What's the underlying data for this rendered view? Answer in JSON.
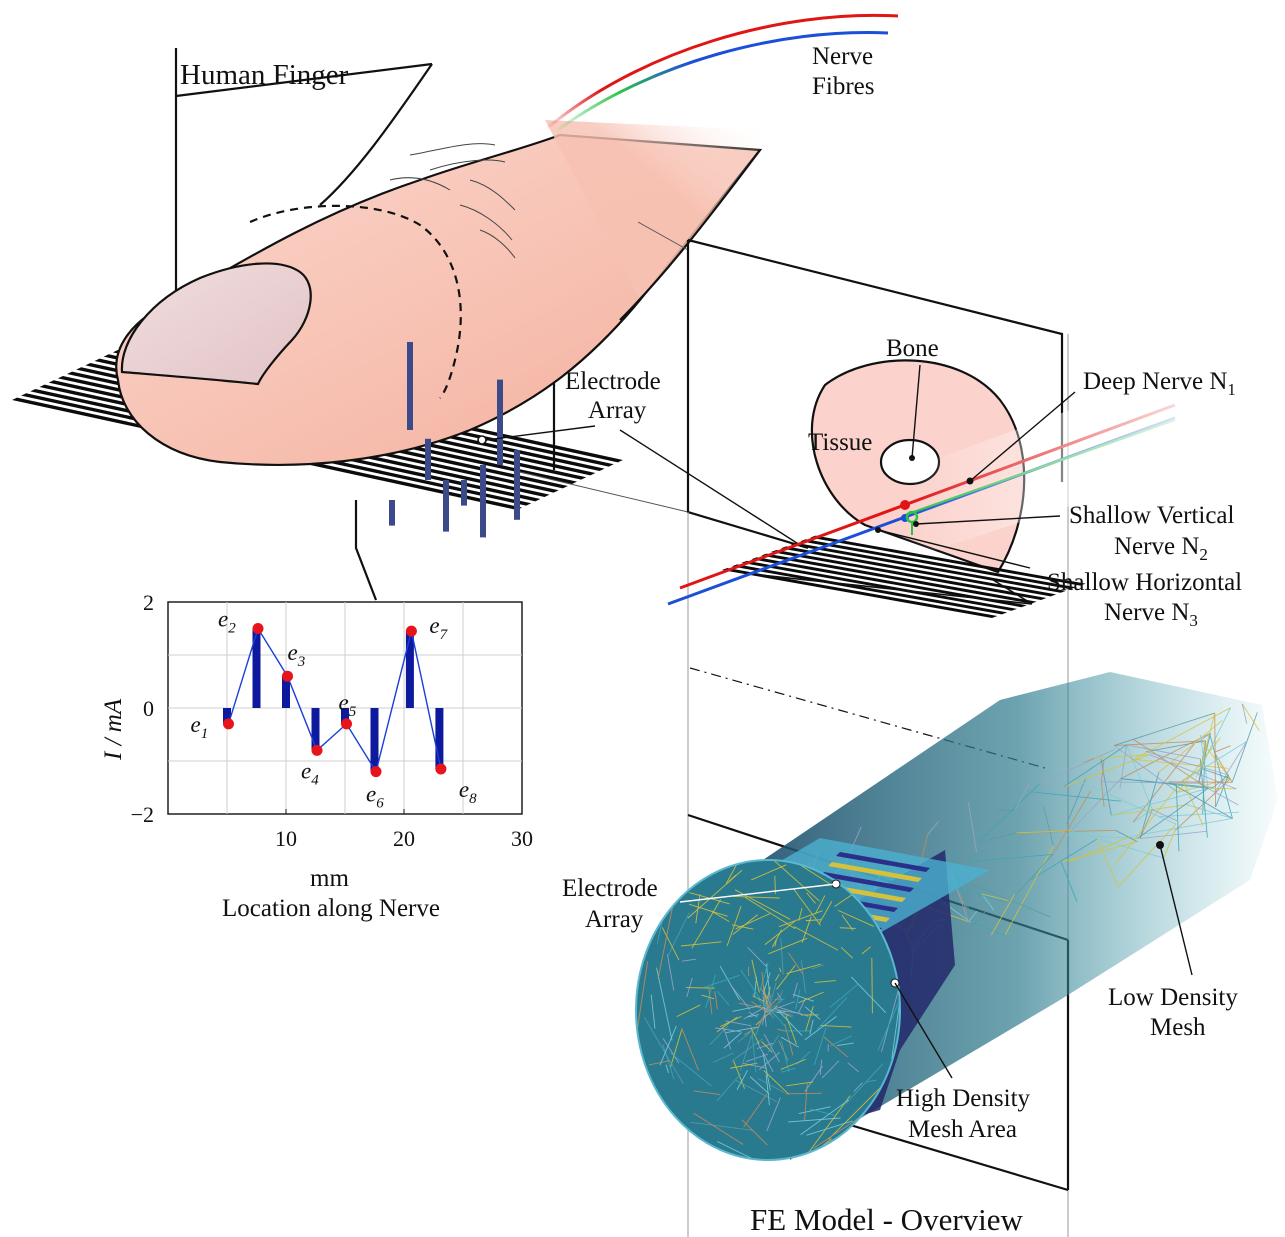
{
  "labels": {
    "human_finger": "Human Finger",
    "nerve_fibres": [
      "Nerve",
      "Fibres"
    ],
    "electrode_array_top": [
      "Electrode",
      "Array"
    ],
    "bone": "Bone",
    "tissue": "Tissue",
    "deep_nerve": "Deep Nerve N",
    "deep_nerve_sub": "1",
    "shallow_vertical": [
      "Shallow Vertical",
      "Nerve N"
    ],
    "shallow_vertical_sub": "2",
    "shallow_horizontal": [
      "Shallow Horizontal",
      "Nerve N"
    ],
    "shallow_horizontal_sub": "3",
    "electrode_array_bottom": [
      "Electrode",
      "Array"
    ],
    "high_density": [
      "High Density",
      "Mesh Area"
    ],
    "low_density": [
      "Low Density",
      "Mesh"
    ],
    "fe_model": "FE Model - Overview"
  },
  "colors": {
    "skin": "#f7c3b4",
    "nail": "#ead0d0",
    "tissue": "#fbd2cc",
    "electrode_bar": "#3d4a8a",
    "nerve_red": "#e01616",
    "nerve_blue": "#1c4fd8",
    "nerve_green": "#2fc24a",
    "chart_bar": "#0d1a9e",
    "chart_line": "#1b3fd6",
    "chart_point": "#e8141b",
    "mesh_teal": "#3aa6b8",
    "mesh_yellow": "#d6c23a",
    "mesh_navy": "#22286a"
  },
  "chart_data": {
    "type": "bar",
    "x": [
      5,
      7.5,
      10,
      12.5,
      15,
      17.5,
      20.5,
      23
    ],
    "values": [
      -0.3,
      1.5,
      0.6,
      -0.8,
      -0.3,
      -1.2,
      1.45,
      -1.15
    ],
    "point_labels": [
      "e1",
      "e2",
      "e3",
      "e4",
      "e5",
      "e6",
      "e7",
      "e8"
    ],
    "point_label_base": "e",
    "point_label_subs": [
      "1",
      "2",
      "3",
      "4",
      "5",
      "6",
      "7",
      "8"
    ],
    "xlabel": [
      "mm",
      "Location along Nerve"
    ],
    "ylabel": "I / mA",
    "xlim": [
      0,
      30
    ],
    "ylim": [
      -2,
      2
    ],
    "xticks": [
      "10",
      "20",
      "30"
    ],
    "yticks": [
      "2",
      "0",
      "−2"
    ],
    "grid": true
  }
}
